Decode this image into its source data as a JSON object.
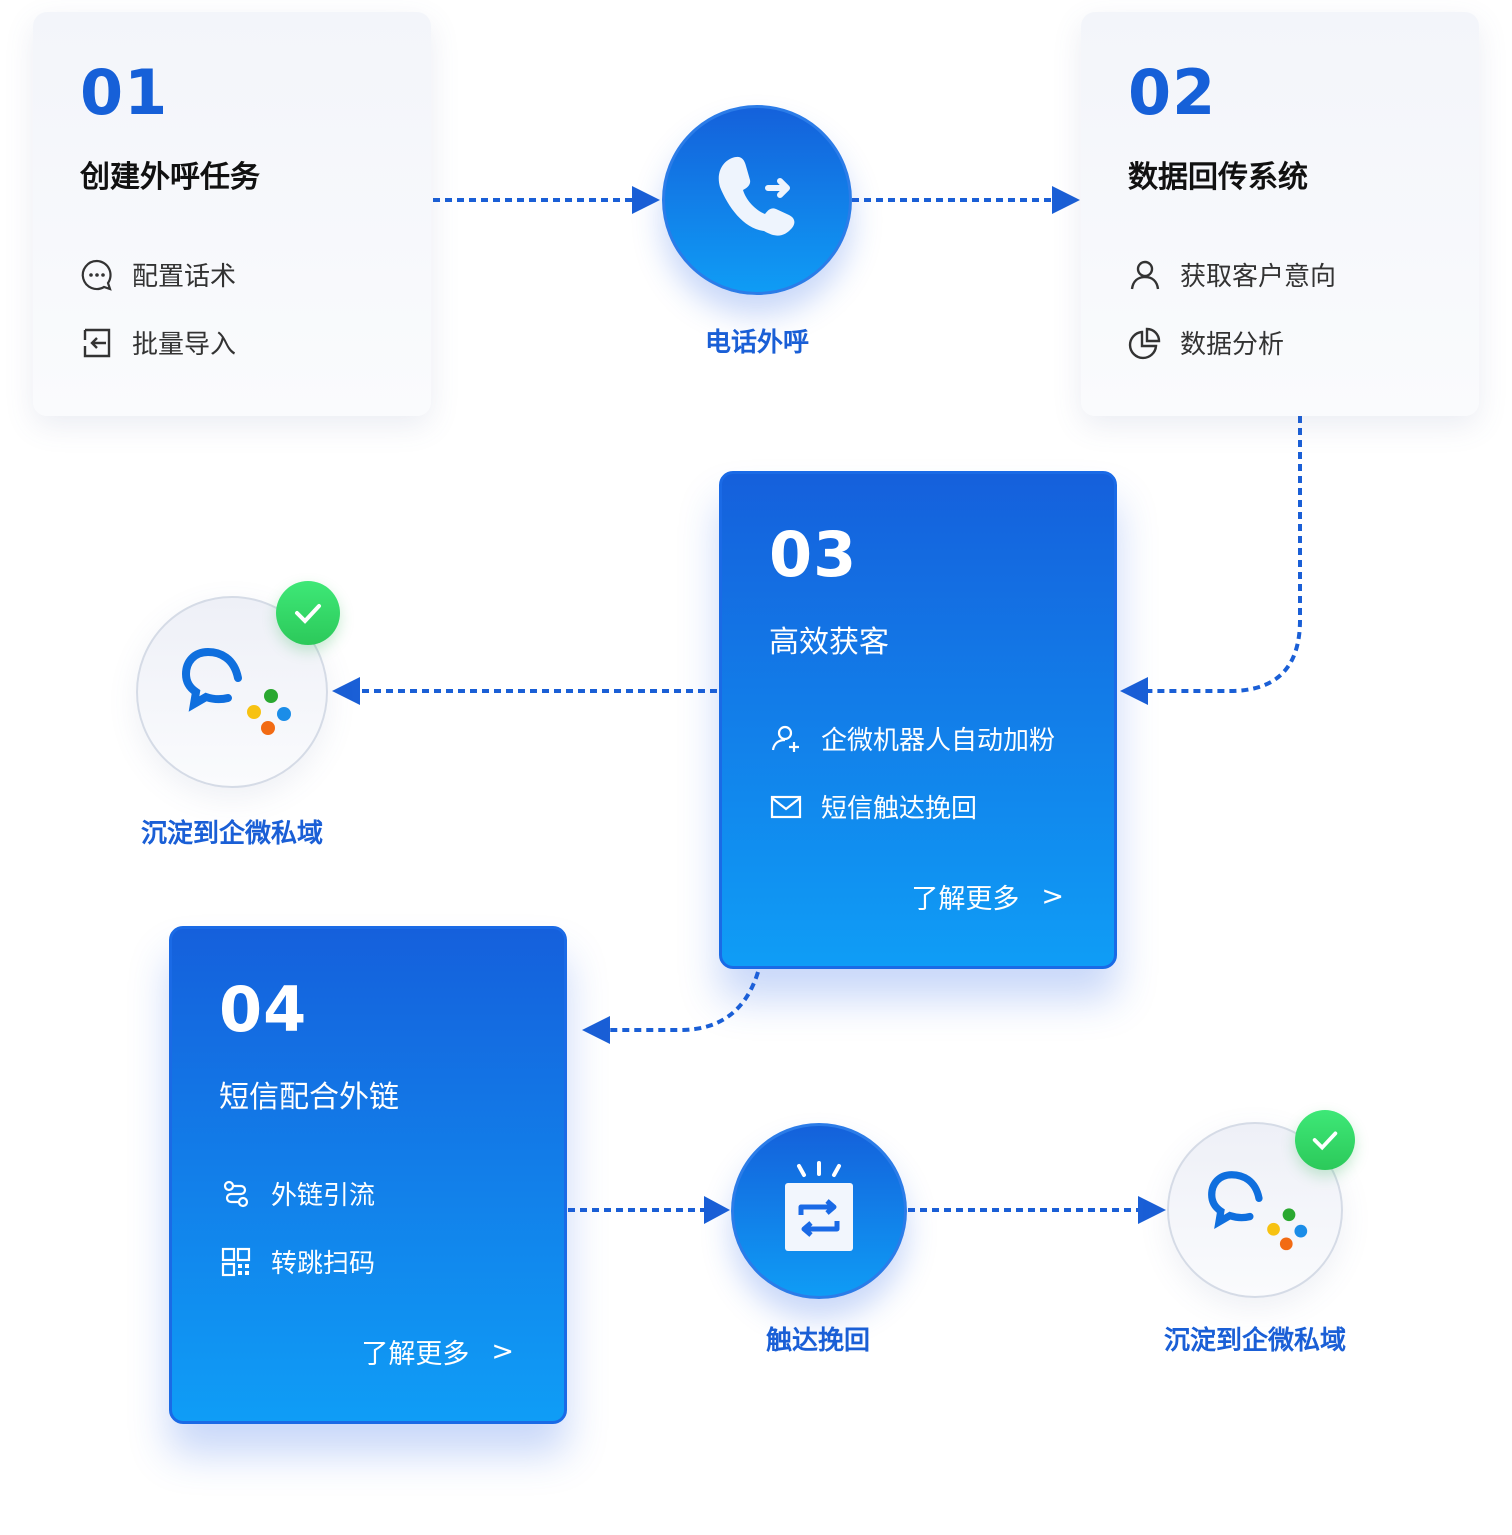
{
  "step1": {
    "num": "01",
    "title": "创建外呼任务",
    "items": [
      "配置话术",
      "批量导入"
    ]
  },
  "call": {
    "label": "电话外呼"
  },
  "step2": {
    "num": "02",
    "title": "数据回传系统",
    "items": [
      "获取客户意向",
      "数据分析"
    ]
  },
  "step3": {
    "num": "03",
    "title": "高效获客",
    "items": [
      "企微机器人自动加粉",
      "短信触达挽回"
    ],
    "more": "了解更多"
  },
  "wecom1": {
    "label": "沉淀到企微私域"
  },
  "step4": {
    "num": "04",
    "title": "短信配合外链",
    "items": [
      "外链引流",
      "转跳扫码"
    ],
    "more": "了解更多"
  },
  "reach": {
    "label": "触达挽回"
  },
  "wecom2": {
    "label": "沉淀到企微私域"
  },
  "colors": {
    "accent": "#1660d8",
    "check": "#34d866"
  }
}
